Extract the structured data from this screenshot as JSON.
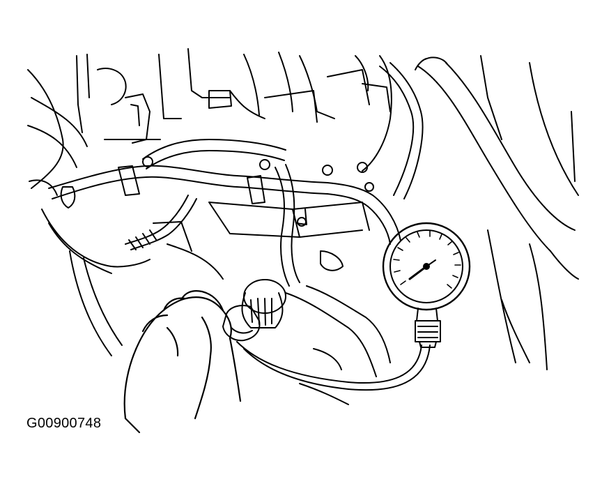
{
  "figure": {
    "code": "G00900748",
    "line_color": "#000000",
    "background": "#ffffff",
    "parts_shown": [
      "engine-bay-linework",
      "injection-pipes",
      "pressure-gauge",
      "gauge-hose",
      "hand-holding-adapter"
    ]
  }
}
